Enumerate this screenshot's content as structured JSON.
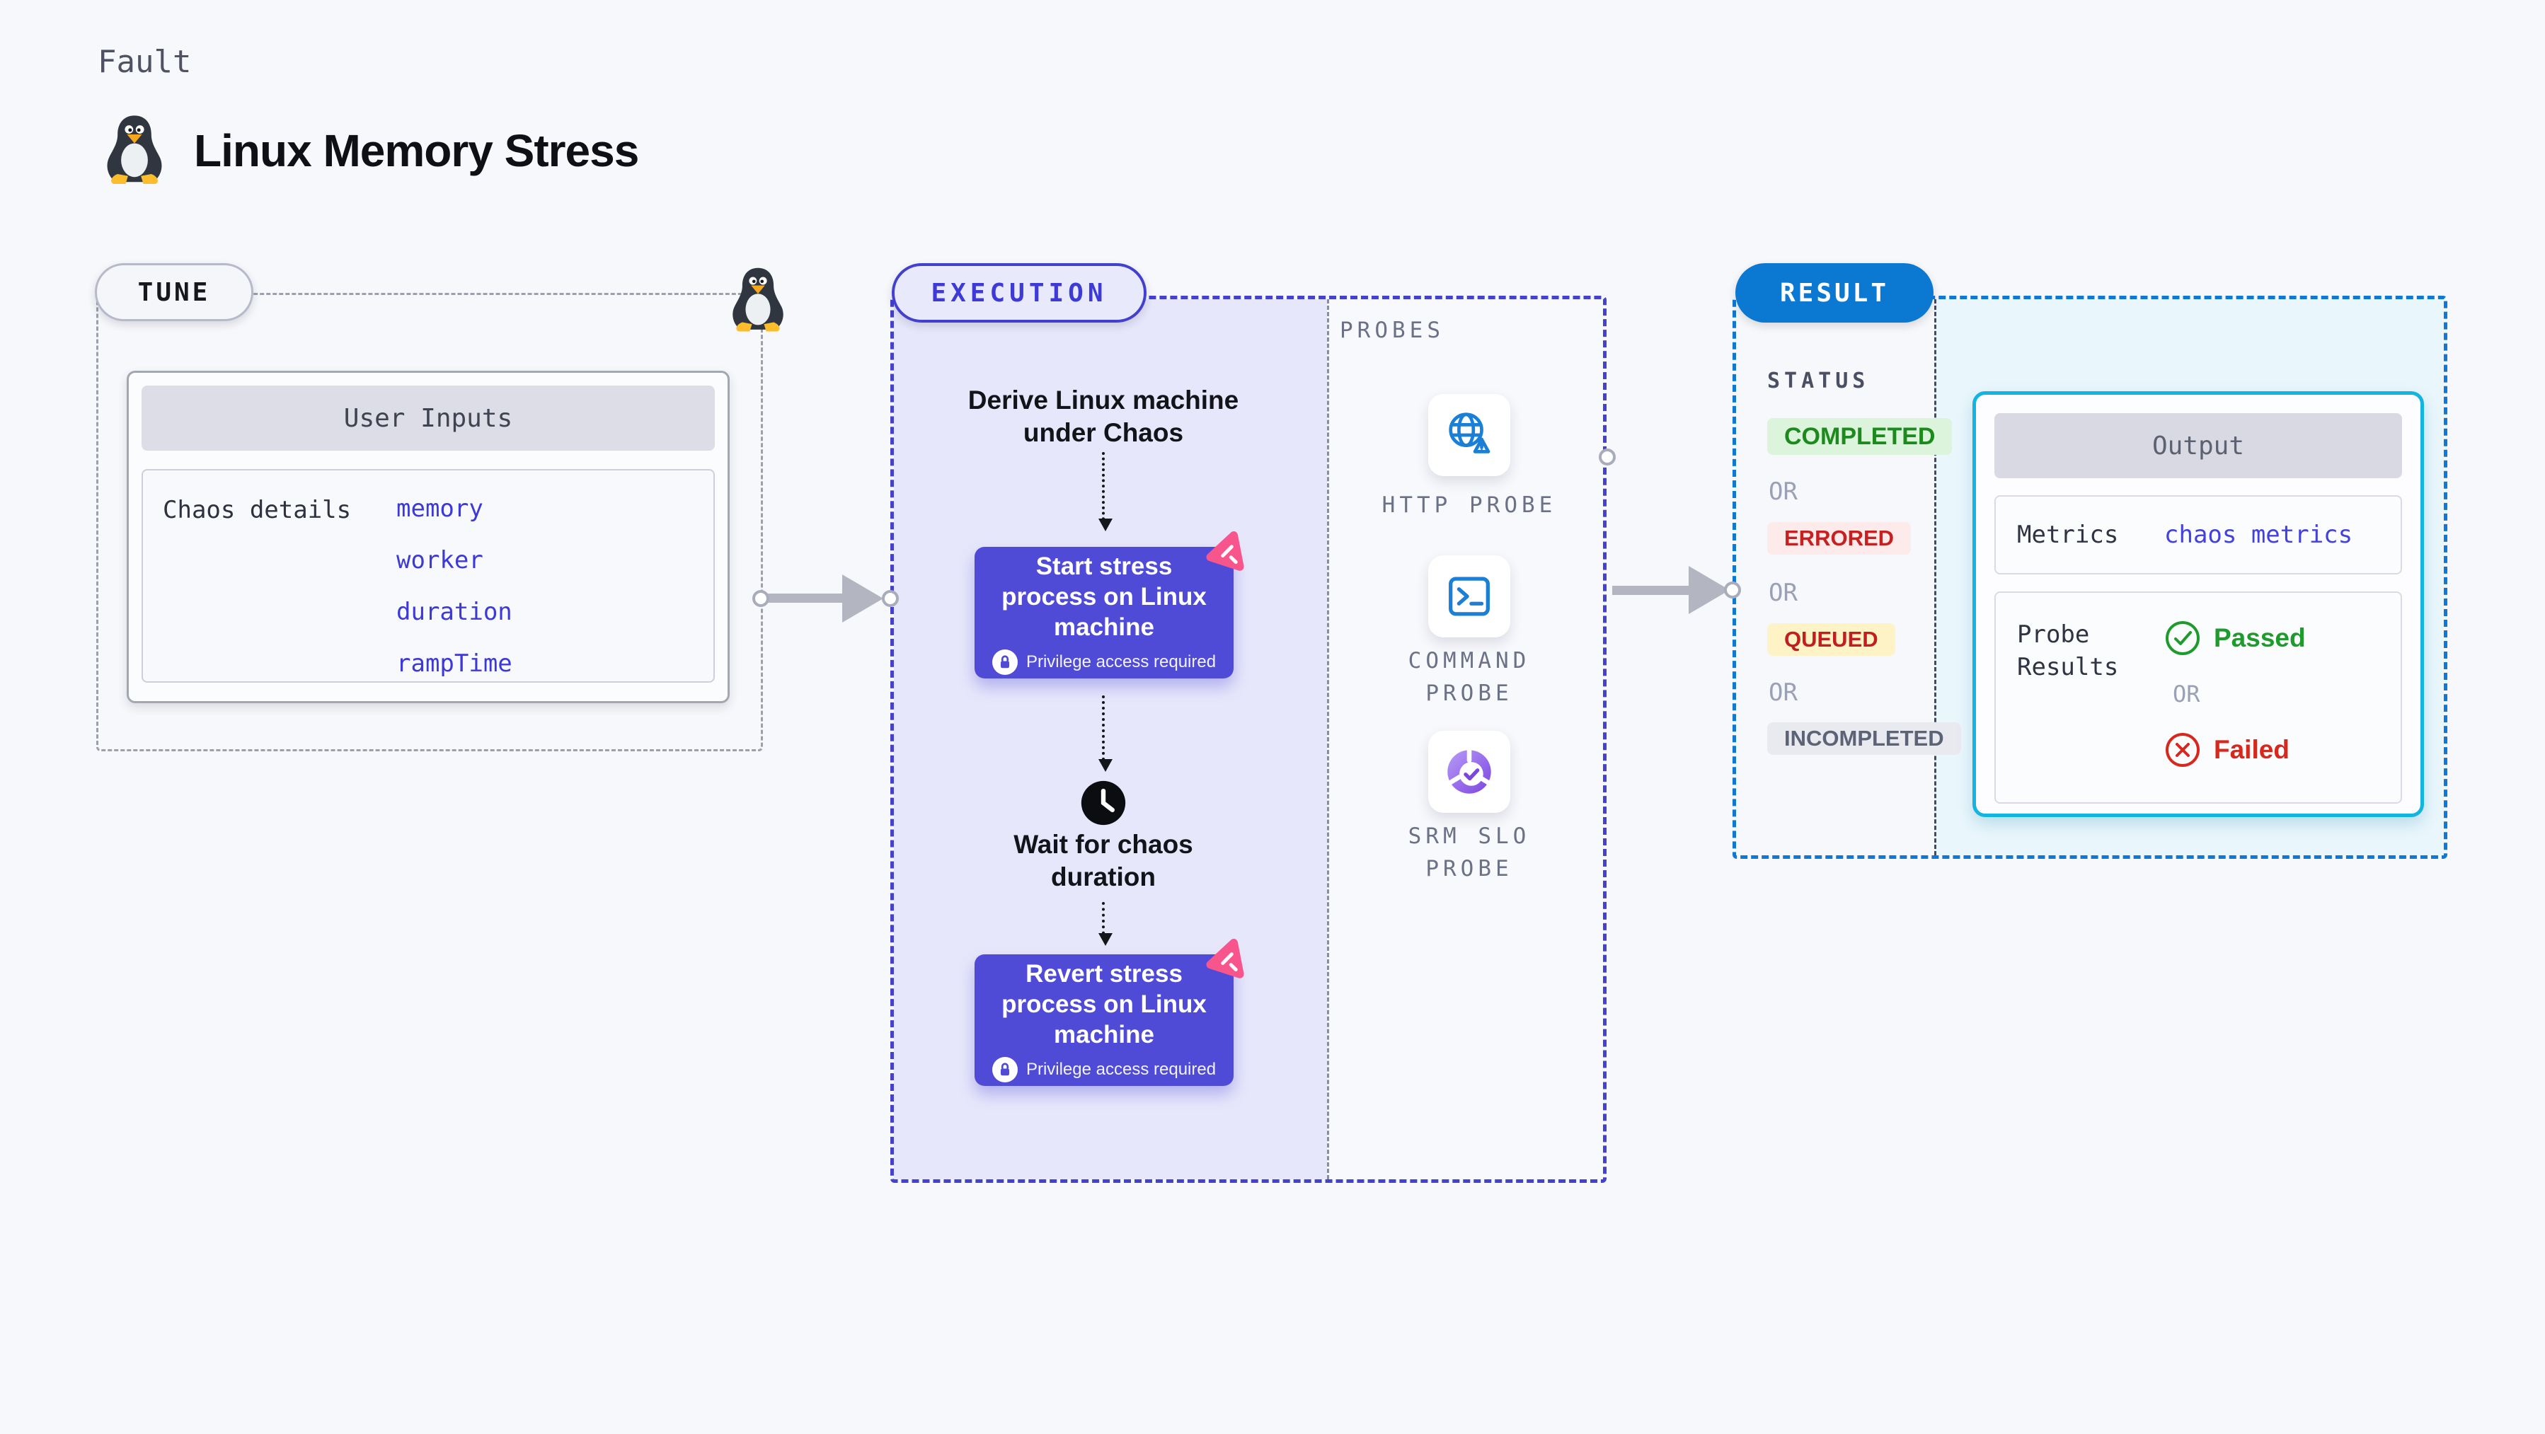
{
  "header": {
    "kind_label": "Fault",
    "title": "Linux Memory Stress",
    "title_icon": "tux-penguin-icon"
  },
  "tune": {
    "badge": "TUNE",
    "corner_icon": "tux-penguin-icon",
    "user_inputs_title": "User Inputs",
    "chaos_details_label": "Chaos details",
    "inputs": [
      "memory",
      "worker",
      "duration",
      "rampTime"
    ]
  },
  "execution": {
    "badge": "EXECUTION",
    "derive_label": "Derive Linux machine under Chaos",
    "steps": [
      {
        "label": "Start stress process on Linux machine",
        "note": "Privilege access required",
        "note_icon": "lock-icon",
        "corner_icon": "chaos-icon"
      },
      {
        "label": "Wait for chaos duration",
        "icon": "clock-icon"
      },
      {
        "label": "Revert stress process on Linux machine",
        "note": "Privilege access required",
        "note_icon": "lock-icon",
        "corner_icon": "chaos-icon"
      }
    ],
    "probes": {
      "label": "PROBES",
      "items": [
        {
          "label": "HTTP PROBE",
          "icon": "globe-alert-icon"
        },
        {
          "label": "COMMAND PROBE",
          "icon": "terminal-icon"
        },
        {
          "label": "SRM SLO PROBE",
          "icon": "slo-donut-check-icon"
        }
      ]
    }
  },
  "result": {
    "badge": "RESULT",
    "status": {
      "label": "STATUS",
      "separator": "OR",
      "items": [
        {
          "label": "COMPLETED",
          "type": "completed"
        },
        {
          "label": "ERRORED",
          "type": "errored"
        },
        {
          "label": "QUEUED",
          "type": "queued"
        },
        {
          "label": "INCOMPLETED",
          "type": "incompleted"
        }
      ]
    },
    "output": {
      "title": "Output",
      "metrics_label": "Metrics",
      "metrics_value": "chaos metrics",
      "probe_results_label": "Probe Results",
      "passed_label": "Passed",
      "passed_icon": "check-circle-icon",
      "or_label": "OR",
      "failed_label": "Failed",
      "failed_icon": "x-circle-icon"
    }
  },
  "colors": {
    "accent_purple": "#4f4bd7",
    "execution_border": "#4341ce",
    "result_blue": "#0b79d2",
    "output_border": "#14b4e0",
    "link_blue": "#4340e0",
    "chaos_pink": "#f7558c",
    "probe_icon_blue": "#1b7fd6",
    "passed_green": "#1f9b2d",
    "failed_red": "#d7281d",
    "completed_bg": "#dcf3dc",
    "completed_text": "#1d8a1d",
    "errored_bg": "#fdeaea",
    "errored_text": "#c62121",
    "queued_bg": "#fdf3c6",
    "queued_text": "#c11f1f",
    "incompleted_bg": "#e9eaf0",
    "incompleted_text": "#5d6377"
  }
}
